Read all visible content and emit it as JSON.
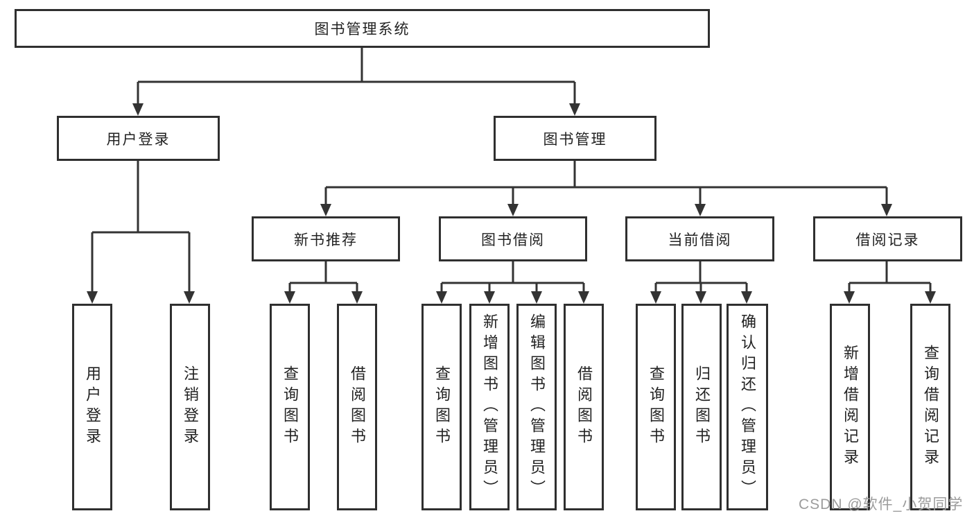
{
  "tree": {
    "root": {
      "label": "图书管理系统"
    },
    "branches": [
      {
        "label": "用户登录",
        "children": [
          {
            "label": "用户登录"
          },
          {
            "label": "注销登录"
          }
        ]
      },
      {
        "label": "图书管理",
        "children": [
          {
            "label": "新书推荐",
            "children": [
              {
                "label": "查询图书"
              },
              {
                "label": "借阅图书"
              }
            ]
          },
          {
            "label": "图书借阅",
            "children": [
              {
                "label": "查询图书"
              },
              {
                "label": "新增图书（管理员）"
              },
              {
                "label": "编辑图书（管理员）"
              },
              {
                "label": "借阅图书"
              }
            ]
          },
          {
            "label": "当前借阅",
            "children": [
              {
                "label": "查询图书"
              },
              {
                "label": "归还图书"
              },
              {
                "label": "确认归还（管理员）"
              }
            ]
          },
          {
            "label": "借阅记录",
            "children": [
              {
                "label": "新增借阅记录"
              },
              {
                "label": "查询借阅记录"
              }
            ]
          }
        ]
      }
    ]
  },
  "watermark": {
    "text": "CSDN @软件_小贺同学"
  },
  "colors": {
    "line": "#333333",
    "box_border": "#2f2f2f",
    "text": "#222222",
    "watermark": "#9c9c9c",
    "background": "#ffffff"
  }
}
